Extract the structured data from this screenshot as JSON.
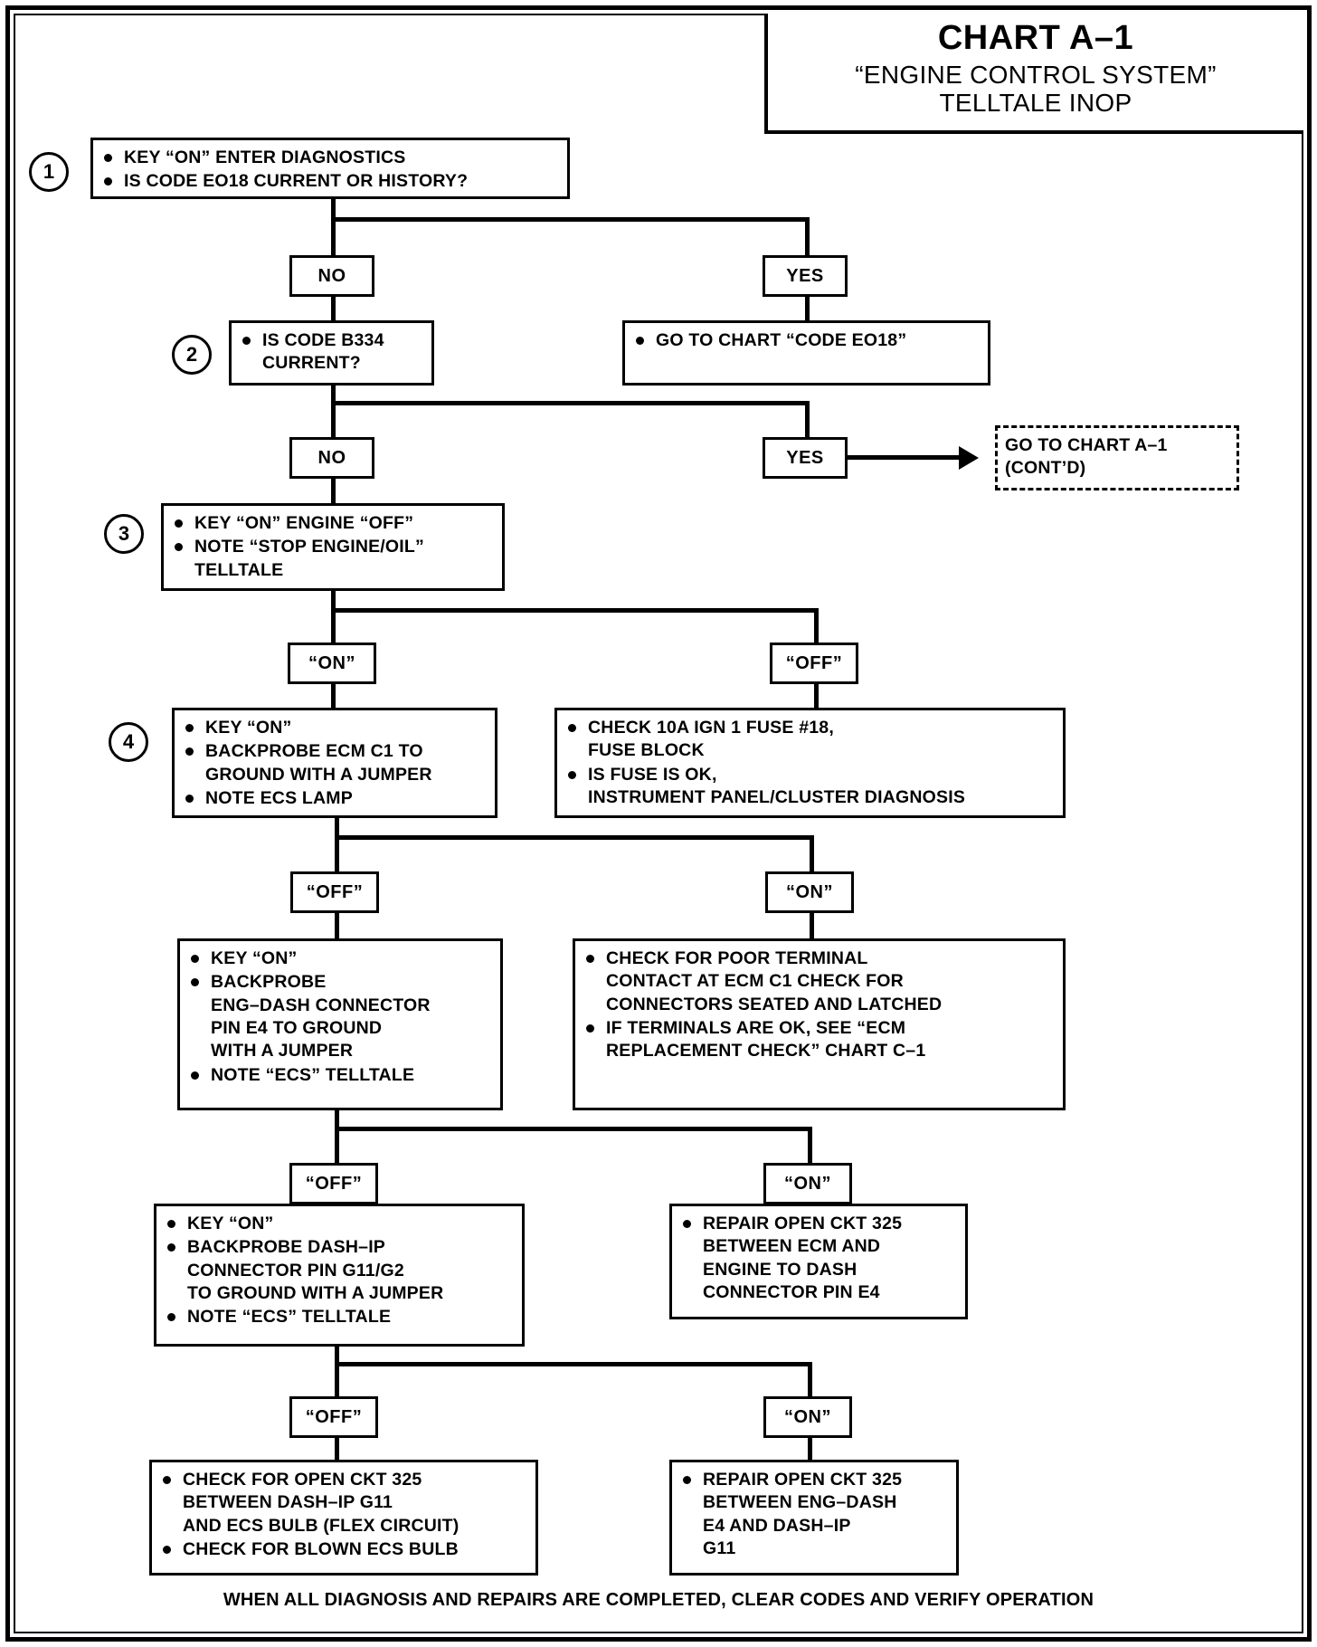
{
  "title": {
    "main": "CHART A–1",
    "sub_line1": "“ENGINE CONTROL SYSTEM”",
    "sub_line2": "TELLTALE INOP"
  },
  "steps": {
    "s1": "1",
    "s2": "2",
    "s3": "3",
    "s4": "4"
  },
  "labels": {
    "no": "NO",
    "yes": "YES",
    "on": "“ON”",
    "off": "“OFF”"
  },
  "boxes": {
    "box1": {
      "bullets": [
        "KEY “ON” ENTER DIAGNOSTICS",
        "IS CODE EO18 CURRENT OR HISTORY?"
      ]
    },
    "box2": {
      "bullets": [
        "IS CODE B334\nCURRENT?"
      ]
    },
    "box_code_eo18": {
      "bullets": [
        "GO TO CHART “CODE EO18”"
      ]
    },
    "box_contd": {
      "text": "GO TO CHART A–1\n(CONT’D)"
    },
    "box3": {
      "bullets": [
        "KEY “ON” ENGINE “OFF”",
        "NOTE “STOP ENGINE/OIL”\nTELLTALE"
      ]
    },
    "box4": {
      "bullets": [
        "KEY “ON”",
        "BACKPROBE ECM C1 TO\nGROUND WITH A JUMPER",
        "NOTE ECS LAMP"
      ]
    },
    "box_fuse": {
      "bullets": [
        "CHECK 10A IGN 1 FUSE #18,\nFUSE BLOCK",
        "IS FUSE IS OK,\nINSTRUMENT PANEL/CLUSTER DIAGNOSIS"
      ]
    },
    "box5": {
      "bullets": [
        "KEY “ON”",
        "BACKPROBE\nENG–DASH CONNECTOR\nPIN E4 TO GROUND\nWITH A JUMPER",
        "NOTE “ECS” TELLTALE"
      ]
    },
    "box_terminal": {
      "bullets": [
        "CHECK FOR POOR TERMINAL\nCONTACT AT ECM C1 CHECK FOR\nCONNECTORS SEATED AND LATCHED",
        "IF TERMINALS ARE OK, SEE “ECM\nREPLACEMENT CHECK” CHART C–1"
      ]
    },
    "box6": {
      "bullets": [
        "KEY “ON”",
        "BACKPROBE DASH–IP\nCONNECTOR PIN G11/G2\nTO GROUND WITH A JUMPER",
        "NOTE “ECS” TELLTALE"
      ]
    },
    "box_repair_ecm": {
      "bullets": [
        "REPAIR OPEN CKT 325\nBETWEEN ECM AND\nENGINE TO DASH\nCONNECTOR PIN E4"
      ]
    },
    "box7": {
      "bullets": [
        "CHECK FOR OPEN CKT 325\nBETWEEN DASH–IP G11\nAND ECS BULB (FLEX CIRCUIT)",
        "CHECK FOR BLOWN ECS BULB"
      ]
    },
    "box_repair_dash": {
      "bullets": [
        "REPAIR OPEN CKT 325\nBETWEEN ENG–DASH\nE4 AND DASH–IP\nG11"
      ]
    }
  },
  "footer": "WHEN ALL DIAGNOSIS AND REPAIRS ARE COMPLETED, CLEAR CODES AND VERIFY OPERATION",
  "colors": {
    "ink": "#000000",
    "paper": "#ffffff"
  }
}
